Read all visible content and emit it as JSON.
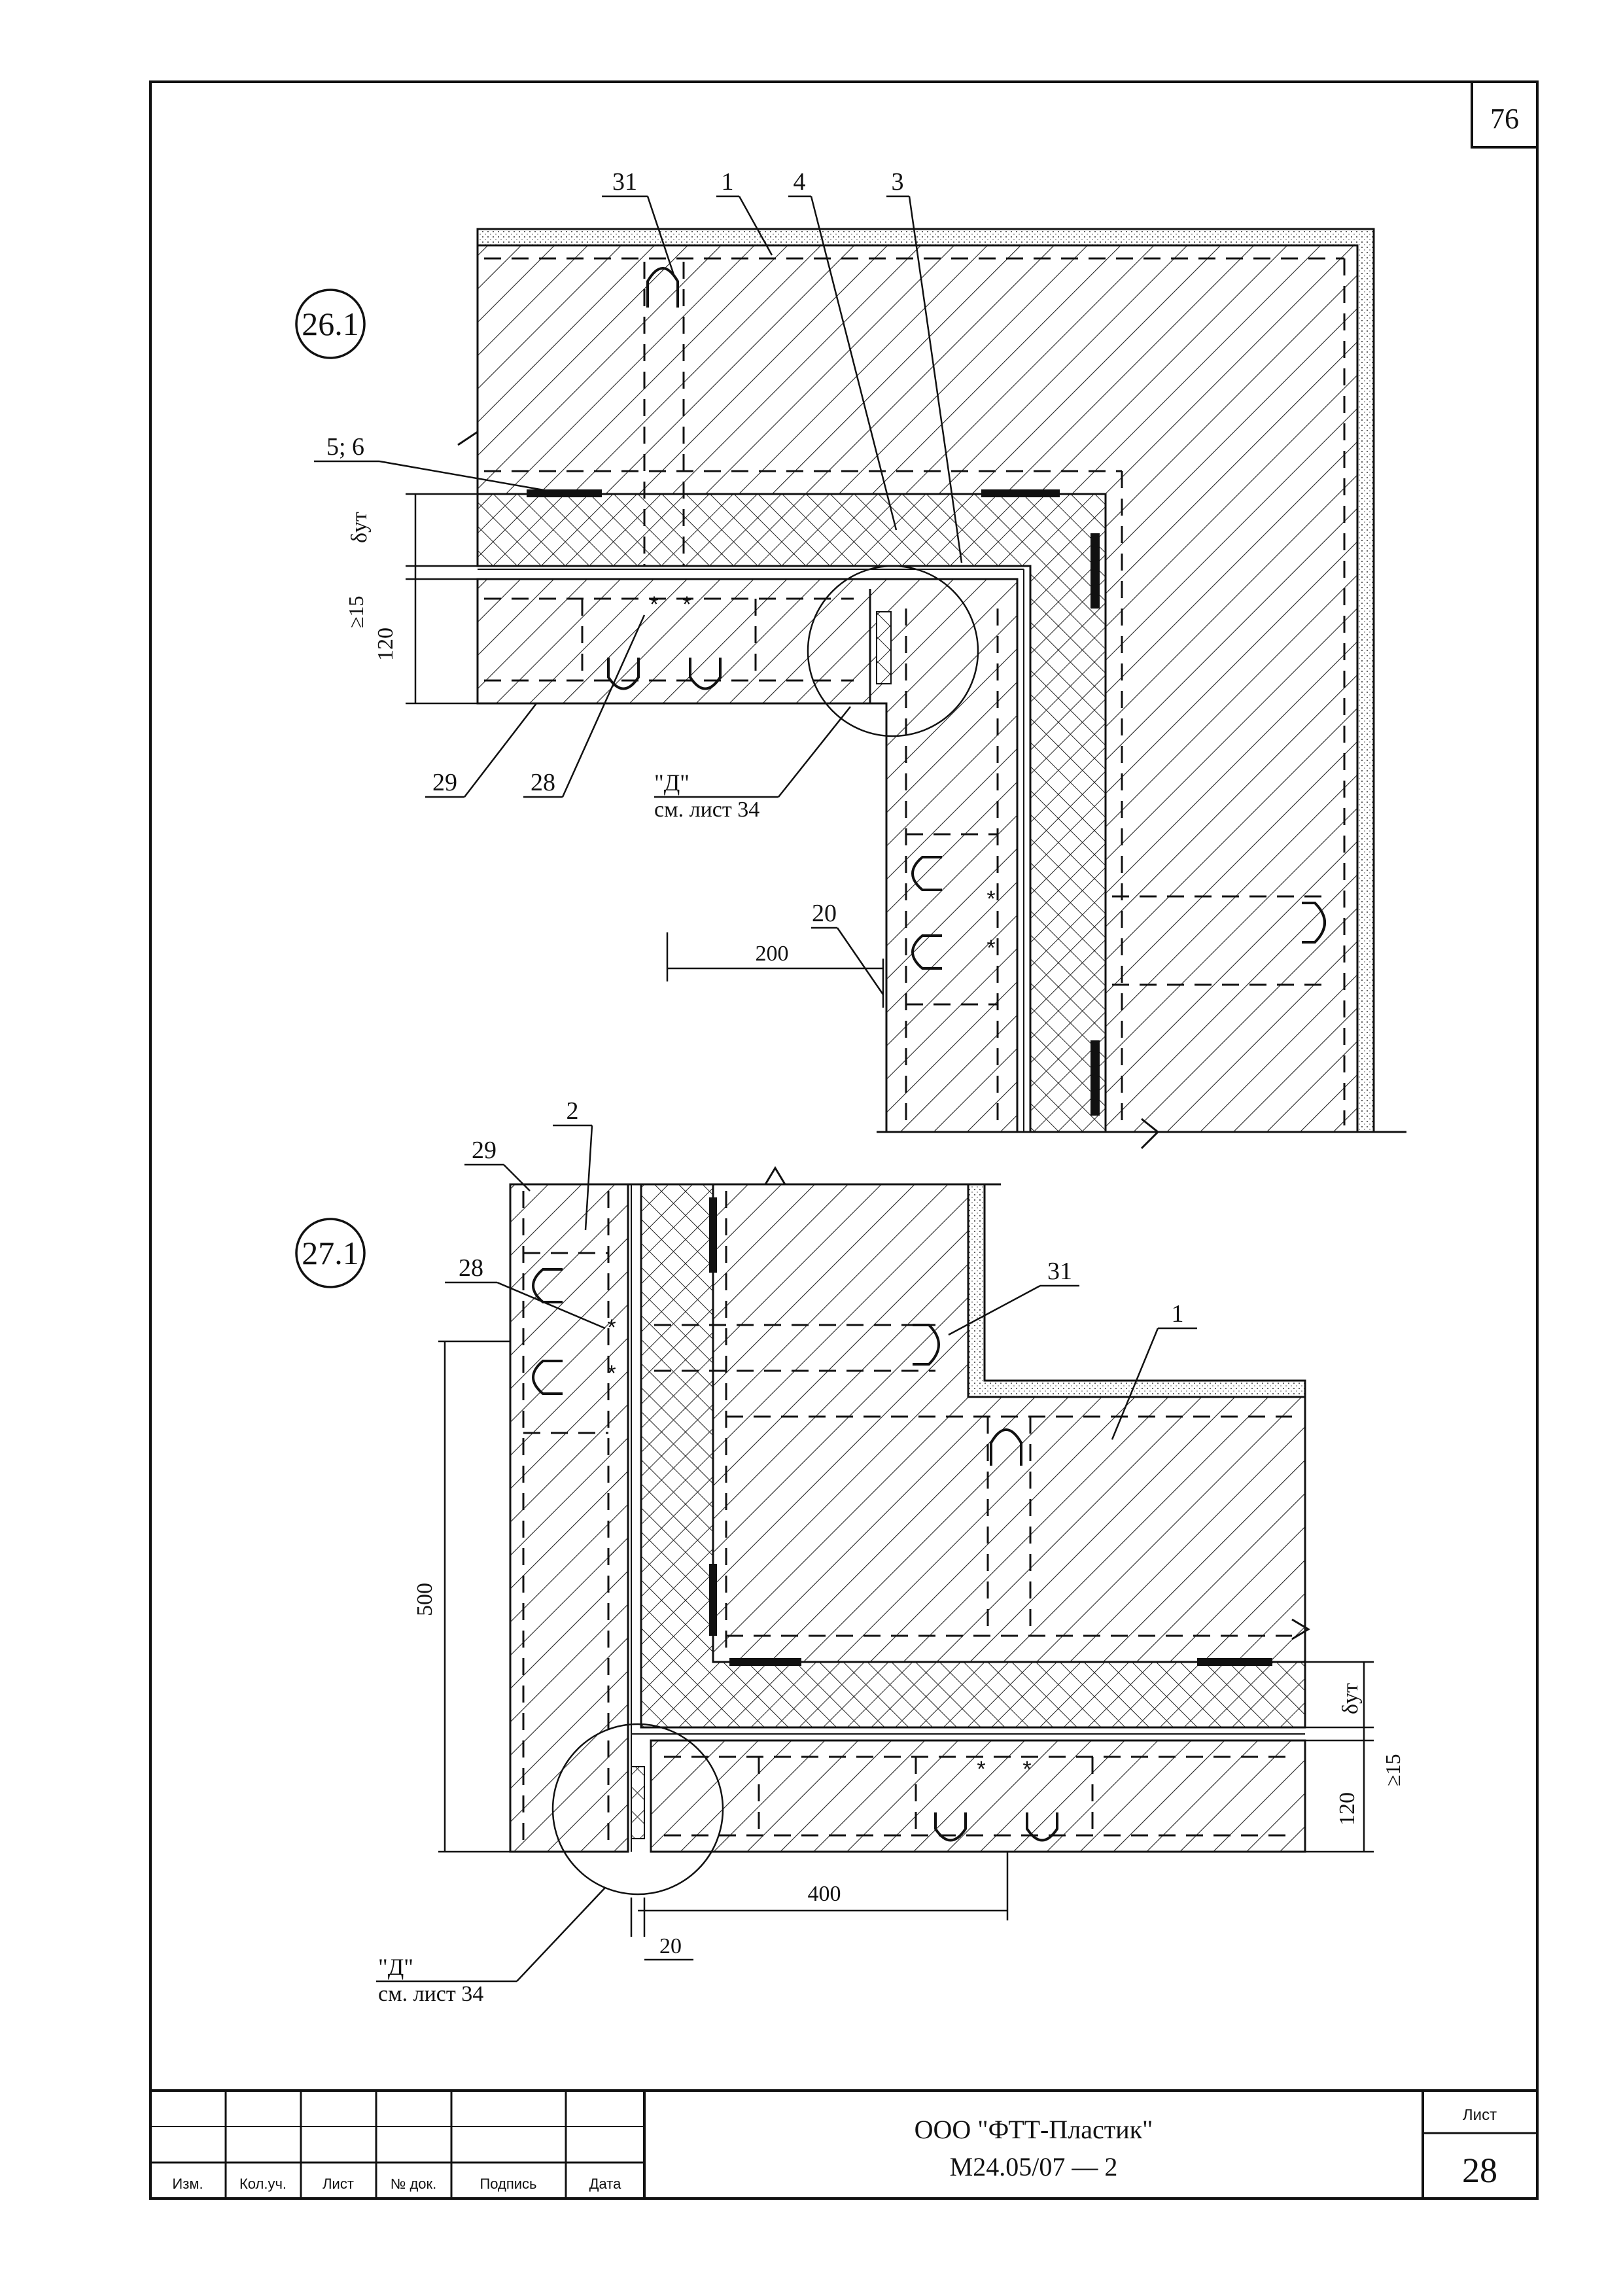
{
  "sheet_corner_number": "76",
  "detail_top": {
    "marker": "26.1",
    "callouts": [
      "31",
      "1",
      "4",
      "3",
      "5; 6",
      "29",
      "28",
      "20"
    ],
    "dimensions": {
      "thickness_symbol": "δут",
      "min_gap": "≥15",
      "panel": "120",
      "offset": "200"
    },
    "reference": {
      "label": "\"Д\"",
      "sheet": "см. лист 34"
    }
  },
  "detail_bottom": {
    "marker": "27.1",
    "callouts": [
      "29",
      "2",
      "28",
      "31",
      "1"
    ],
    "dimensions": {
      "height": "500",
      "thickness_symbol": "δут",
      "min_gap": "≥15",
      "panel": "120",
      "width": "400",
      "gap": "20"
    },
    "reference": {
      "label": "\"Д\"",
      "sheet": "см. лист 34"
    }
  },
  "title_block": {
    "columns": [
      "Изм.",
      "Кол.уч.",
      "Лист",
      "№ док.",
      "Подпись",
      "Дата"
    ],
    "company": "ООО \"ФТТ-Пластик\"",
    "doc_code": "М24.05/07 — 2",
    "sheet_label": "Лист",
    "sheet_number": "28"
  }
}
